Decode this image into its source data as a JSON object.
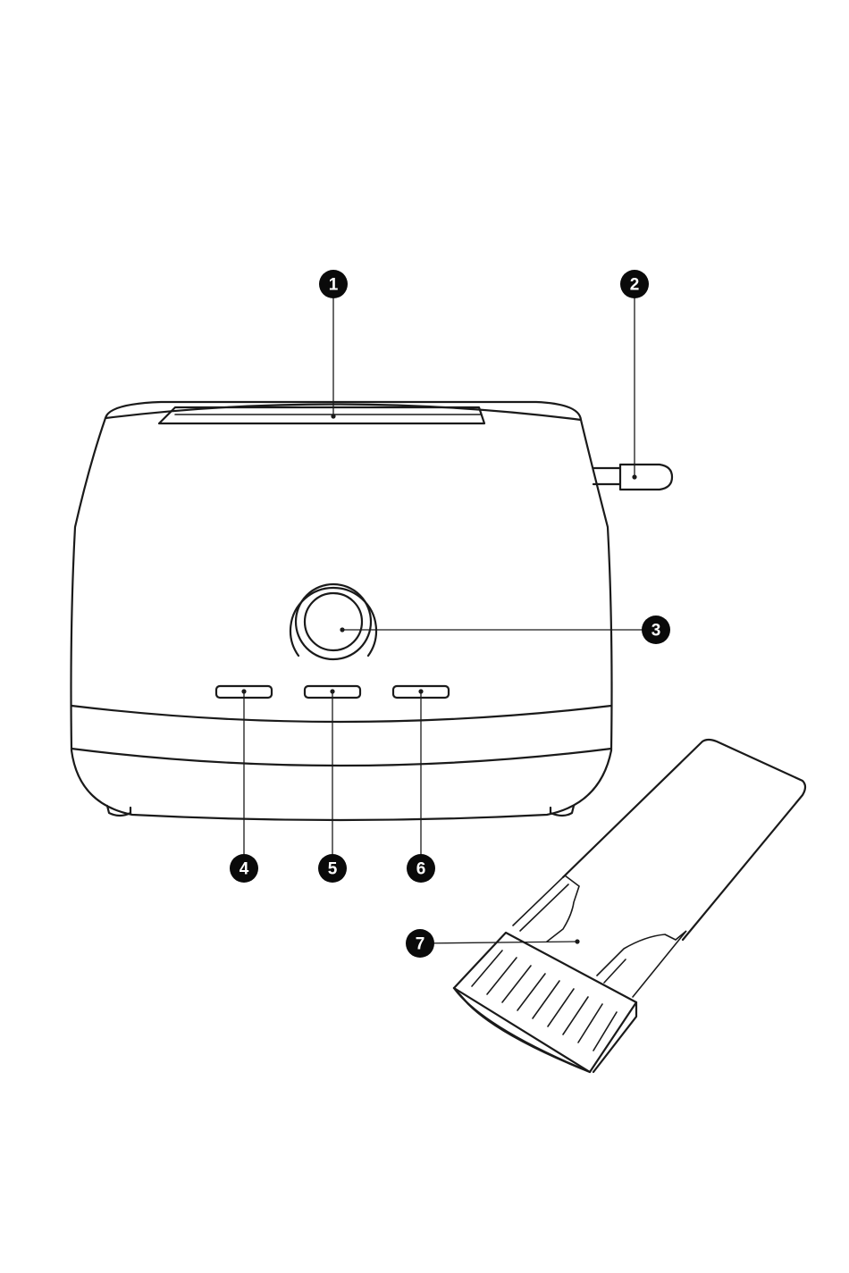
{
  "callouts": [
    {
      "id": "1",
      "label": "1",
      "part": "bread-slot"
    },
    {
      "id": "2",
      "label": "2",
      "part": "lever"
    },
    {
      "id": "3",
      "label": "3",
      "part": "browning-dial"
    },
    {
      "id": "4",
      "label": "4",
      "part": "button-left"
    },
    {
      "id": "5",
      "label": "5",
      "part": "button-middle"
    },
    {
      "id": "6",
      "label": "6",
      "part": "button-right"
    },
    {
      "id": "7",
      "label": "7",
      "part": "crumb-tray"
    }
  ],
  "colors": {
    "line": "#1a1a1a",
    "callout": "#0a0a0a",
    "background": "#ffffff"
  }
}
